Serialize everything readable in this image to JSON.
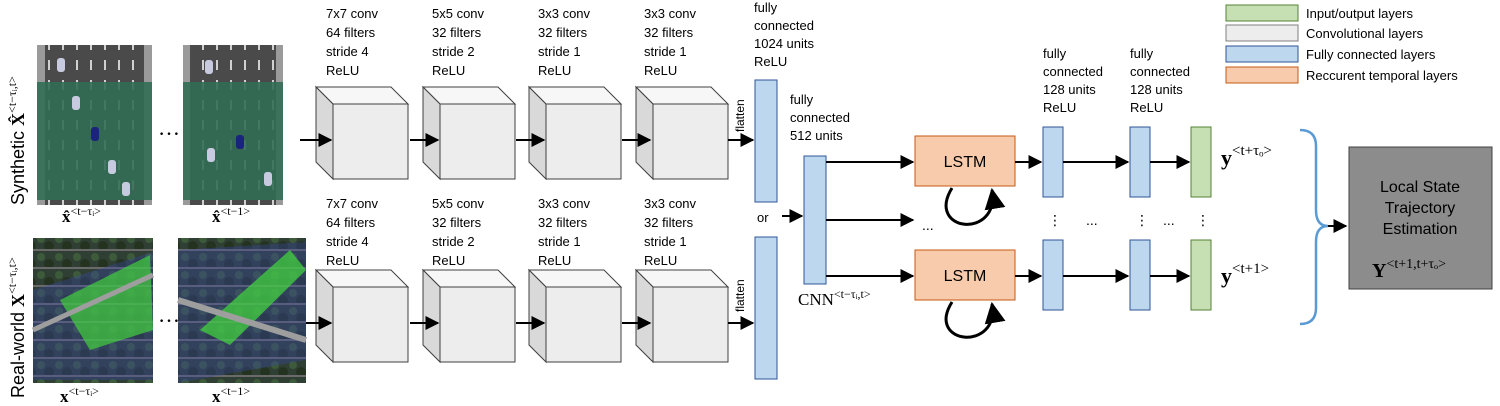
{
  "rows": {
    "synthetic": {
      "label_text": "Synthetic ",
      "label_sym": "X̂",
      "label_sup": "<t−τᵢ,t>",
      "first_caption_sym": "x̂",
      "first_caption_sup": "<t−τᵢ>",
      "last_caption_sym": "x̂",
      "last_caption_sup": "<t−1>",
      "dots": "…"
    },
    "real": {
      "label_text": "Real-world ",
      "label_sym": "X",
      "label_sup": "<t−τᵢ,t>",
      "first_caption_sym": "x",
      "first_caption_sup": "<t−τᵢ>",
      "last_caption_sym": "x",
      "last_caption_sup": "<t−1>",
      "dots": "…"
    }
  },
  "conv_layers": [
    {
      "line1": "7x7 conv",
      "line2": "64 filters",
      "line3": "stride 4",
      "line4": "ReLU"
    },
    {
      "line1": "5x5 conv",
      "line2": "32 filters",
      "line3": "stride 2",
      "line4": "ReLU"
    },
    {
      "line1": "3x3 conv",
      "line2": "32 filters",
      "line3": "stride 1",
      "line4": "ReLU"
    },
    {
      "line1": "3x3 conv",
      "line2": "32 filters",
      "line3": "stride 1",
      "line4": "ReLU"
    }
  ],
  "flatten_label": "flatten",
  "fc1024": {
    "line1": "fully",
    "line2": "connected",
    "line3": "1024 units",
    "line4": "ReLU"
  },
  "or_label": "or",
  "fc512": {
    "line1": "fully",
    "line2": "connected",
    "line3": "512 units"
  },
  "cnn_label": "CNN",
  "cnn_sup": "<t−τᵢ,t>",
  "lstm_label": "LSTM",
  "fc128": {
    "line1": "fully",
    "line2": "connected",
    "line3": "128 units",
    "line4": "ReLU"
  },
  "ellipsis_h": "...",
  "ellipsis_v": "⋮",
  "outputs": {
    "top_sym": "y",
    "top_sup": "<t+τₒ>",
    "bottom_sym": "y",
    "bottom_sup": "<t+1>"
  },
  "final_box": {
    "line1": "Local State",
    "line2": "Trajectory",
    "line3": "Estimation",
    "sym": "Y",
    "sup": "<t+1,t+τₒ>"
  },
  "legend": [
    {
      "label": "Input/output layers",
      "color": "#c6e0b4"
    },
    {
      "label": "Convolutional layers",
      "color": "#ededed"
    },
    {
      "label": "Fully connected layers",
      "color": "#bdd7ee"
    },
    {
      "label": "Reccurent temporal layers",
      "color": "#f8cbad"
    }
  ],
  "colors": {
    "conv_face": "#ededed",
    "conv_top": "#f7f7f7",
    "conv_side": "#d9d9d9",
    "fc": "#bdd7ee",
    "lstm": "#f8cbad",
    "output": "#c6e0b4",
    "final": "#8c8c8c",
    "brace": "#5b9bd5"
  }
}
